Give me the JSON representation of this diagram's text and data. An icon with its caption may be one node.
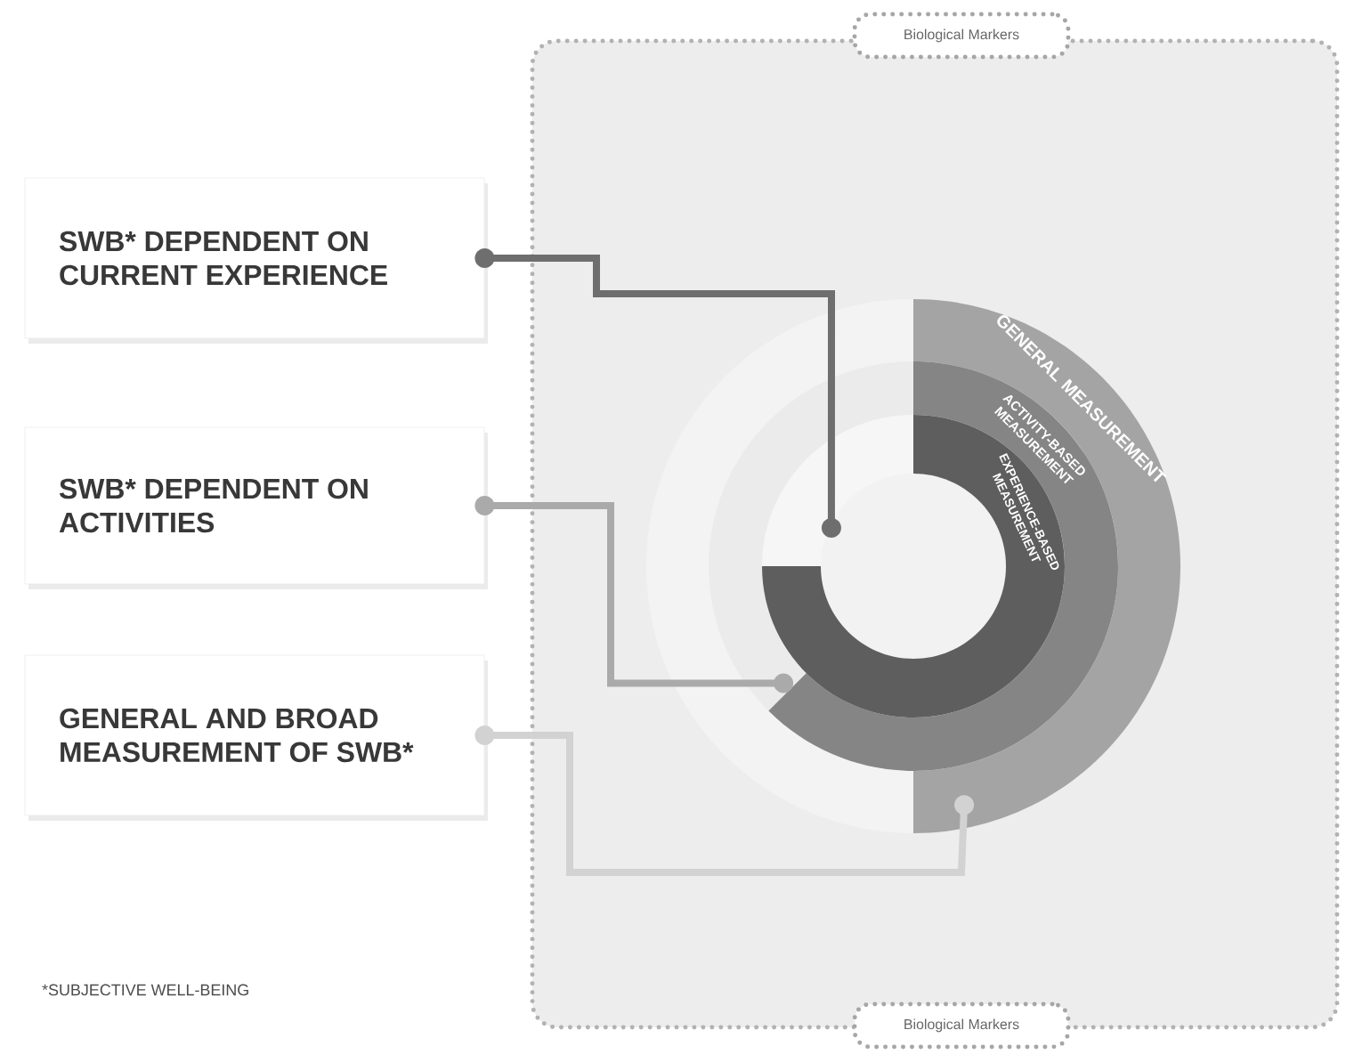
{
  "diagram": {
    "nodes": [
      {
        "text": [],
        "shape": "box"
      },
      {
        "text": [
          "Biological Markers"
        ]
      },
      {
        "text": [
          "Biological Markers"
        ]
      },
      {
        "text": [
          "SWB* DEPENDENT ON CURRENT EXPERIENCE"
        ]
      },
      {
        "text": [
          "SWB* DEPENDENT ON ACTIVITIES"
        ]
      },
      {
        "text": [
          "GENERAL AND BROAD MEASUREMENT OF SWB*"
        ]
      },
      {
        "text": [
          "GENERAL MEASUREMENT"
        ],
        "in": 0
      },
      {
        "text": [
          "ACTIVITY-BASED MEASUREMENT"
        ],
        "in": 6
      },
      {
        "text": [
          "EXPERIENCE-BASED MEASUREMENT"
        ],
        "in": 7
      }
    ],
    "edges": [
      {
        "from": 3,
        "to": 8,
        "arrow": "other",
        "color": "#6e6e6e"
      },
      {
        "from": 4,
        "to": 7,
        "arrow": "other",
        "color": "#aaaaaa"
      },
      {
        "from": 5,
        "to": 6,
        "arrow": "other",
        "color": "#d2d2d2"
      }
    ],
    "labels": [
      "*SUBJECTIVE WELL-BEING"
    ]
  }
}
